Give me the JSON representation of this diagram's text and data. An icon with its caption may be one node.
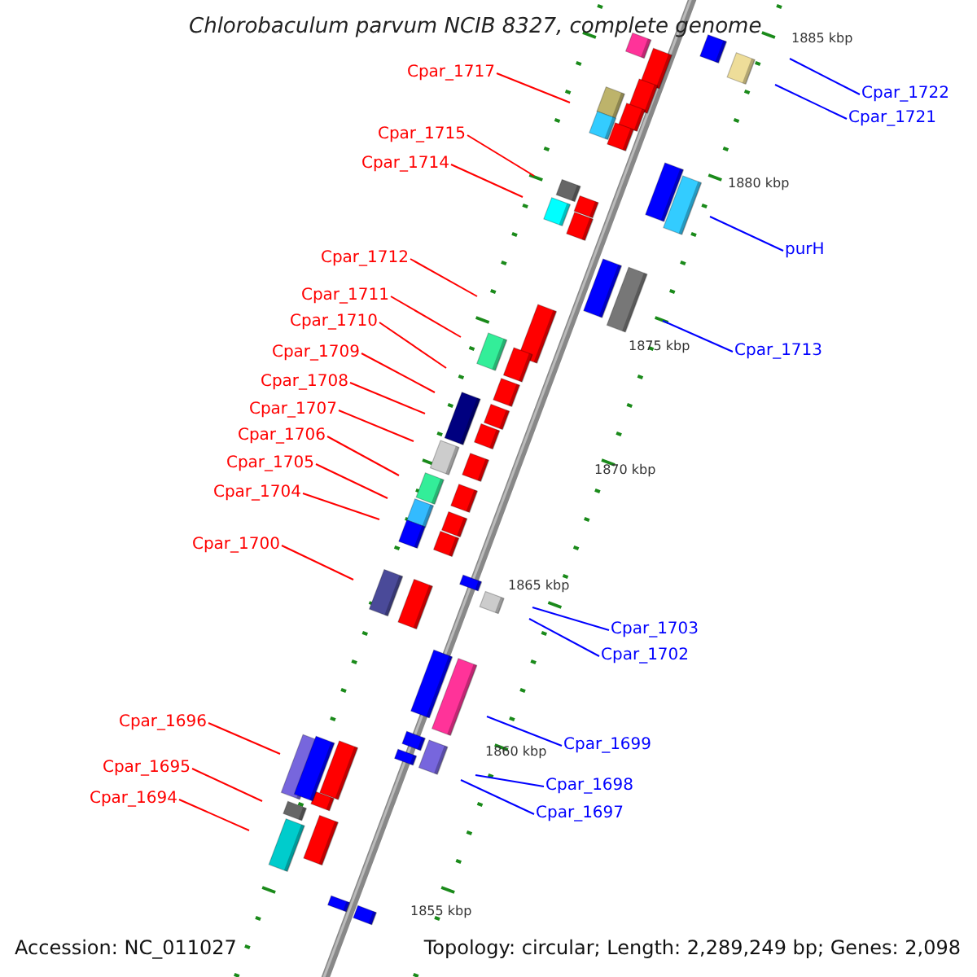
{
  "diagram": {
    "title": "Chlorobaculum parvum NCIB 8327, complete genome",
    "nodes": [
      {
        "text": [
          "Cpar_1717"
        ]
      },
      {
        "text": [
          "Cpar_1722"
        ]
      },
      {
        "text": [
          "Cpar_1721"
        ]
      },
      {
        "text": [
          "Cpar_1715"
        ]
      },
      {
        "text": [
          "Cpar_1714"
        ]
      },
      {
        "text": [
          "purH"
        ]
      },
      {
        "text": [
          "Cpar_1712"
        ]
      },
      {
        "text": [
          "Cpar_1711"
        ]
      },
      {
        "text": [
          "Cpar_1710"
        ]
      },
      {
        "text": [
          "Cpar_1713"
        ]
      },
      {
        "text": [
          "Cpar_1709"
        ]
      },
      {
        "text": [
          "Cpar_1708"
        ]
      },
      {
        "text": [
          "Cpar_1707"
        ]
      },
      {
        "text": [
          "Cpar_1706"
        ]
      },
      {
        "text": [
          "Cpar_1705"
        ]
      },
      {
        "text": [
          "Cpar_1704"
        ]
      },
      {
        "text": [
          "Cpar_1700"
        ]
      },
      {
        "text": [
          "Cpar_1703"
        ]
      },
      {
        "text": [
          "Cpar_1702"
        ]
      },
      {
        "text": [
          "Cpar_1696"
        ]
      },
      {
        "text": [
          "Cpar_1699"
        ]
      },
      {
        "text": [
          "Cpar_1695"
        ]
      },
      {
        "text": [
          "Cpar_1698"
        ]
      },
      {
        "text": [
          "Cpar_1694"
        ]
      },
      {
        "text": [
          "Cpar_1697"
        ]
      }
    ],
    "edges": [
      {
        "from": 0,
        "to": null,
        "arrow": "none"
      },
      {
        "from": 1,
        "to": null,
        "arrow": "none",
        "color": "#0000ff"
      },
      {
        "from": 2,
        "to": null,
        "arrow": "none",
        "color": "#0000ff"
      },
      {
        "from": 3,
        "to": null,
        "arrow": "none"
      },
      {
        "from": 4,
        "to": null,
        "arrow": "none"
      },
      {
        "from": 5,
        "to": null,
        "arrow": "none",
        "color": "#0000ff"
      },
      {
        "from": 6,
        "to": null,
        "arrow": "none"
      },
      {
        "from": 7,
        "to": null,
        "arrow": "none"
      },
      {
        "from": 8,
        "to": null,
        "arrow": "none"
      },
      {
        "from": 9,
        "to": null,
        "arrow": "none",
        "color": "#0000ff"
      },
      {
        "from": 10,
        "to": null,
        "arrow": "none"
      },
      {
        "from": 11,
        "to": null,
        "arrow": "none"
      },
      {
        "from": 12,
        "to": null,
        "arrow": "none"
      },
      {
        "from": 13,
        "to": null,
        "arrow": "none"
      },
      {
        "from": 14,
        "to": null,
        "arrow": "none"
      },
      {
        "from": 15,
        "to": null,
        "arrow": "none"
      },
      {
        "from": 16,
        "to": null,
        "arrow": "none"
      },
      {
        "from": 17,
        "to": null,
        "arrow": "none",
        "color": "#0000ff"
      },
      {
        "from": 18,
        "to": null,
        "arrow": "none",
        "color": "#0000ff"
      },
      {
        "from": 19,
        "to": null,
        "arrow": "none"
      },
      {
        "from": 20,
        "to": null,
        "arrow": "none",
        "color": "#0000ff"
      },
      {
        "from": 21,
        "to": null,
        "arrow": "none"
      },
      {
        "from": 22,
        "to": null,
        "arrow": "none",
        "color": "#0000ff"
      },
      {
        "from": 23,
        "to": null,
        "arrow": "none"
      },
      {
        "from": 24,
        "to": null,
        "arrow": "none",
        "color": "#0000ff"
      }
    ],
    "labels": [
      "1885 kbp",
      "1880 kbp",
      "1875 kbp",
      "1870 kbp",
      "1865 kbp",
      "1860 kbp",
      "1855 kbp",
      "Accession: NC_011027",
      "Topology: circular; Length: 2,289,249 bp; Genes: 2,098"
    ]
  }
}
